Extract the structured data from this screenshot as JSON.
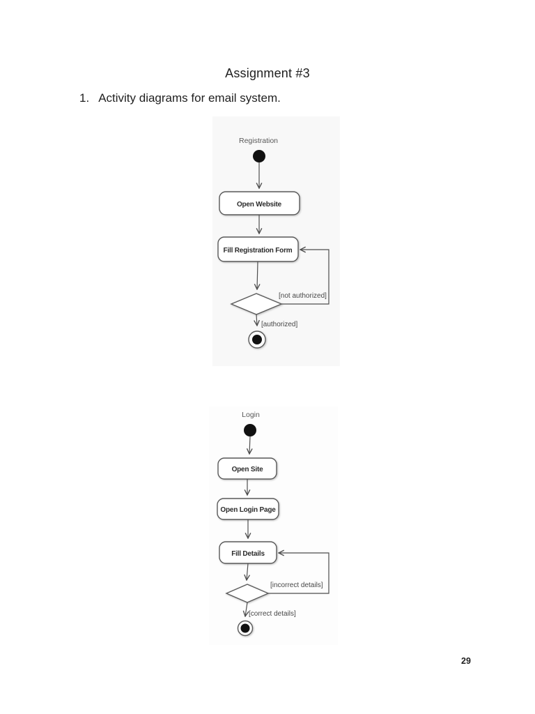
{
  "header": {
    "title": "Assignment #3"
  },
  "list": {
    "item_number": "1.",
    "item_text": "Activity diagrams for email system."
  },
  "footer": {
    "page_number": "29"
  },
  "registration_diagram": {
    "type": "uml-activity",
    "title": "Registration",
    "actions": [
      "Open Website",
      "Fill Registration Form"
    ],
    "decision_guards": {
      "loop_back": "[not authorized]",
      "proceed": "[authorized]"
    }
  },
  "login_diagram": {
    "type": "uml-activity",
    "title": "Login",
    "actions": [
      "Open Site",
      "Open Login Page",
      "Fill Details"
    ],
    "decision_guards": {
      "loop_back": "[incorrect details]",
      "proceed": "[correct details]"
    }
  },
  "colors": {
    "page_background": "#ffffff",
    "diagram_background": "#f8f8f8",
    "diagram_stroke": "#4d4d4d",
    "node_fill": "#ffffff",
    "node_border": "#5a5a5a",
    "node_text": "#2b2b2b",
    "guard_text": "#474747",
    "start_end_fill": "#111111"
  }
}
